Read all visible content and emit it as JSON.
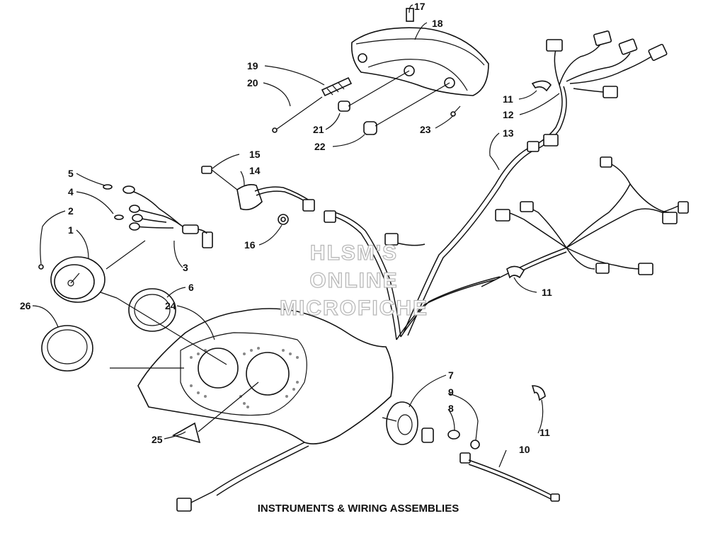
{
  "diagram": {
    "caption": "INSTRUMENTS & WIRING ASSEMBLIES",
    "watermark": [
      "HLSM'S",
      "ONLINE",
      "MICROFICHE"
    ],
    "callouts": [
      "1",
      "2",
      "3",
      "4",
      "5",
      "6",
      "7",
      "8",
      "9",
      "10",
      "11",
      "11",
      "11",
      "12",
      "13",
      "14",
      "15",
      "16",
      "17",
      "18",
      "19",
      "20",
      "21",
      "22",
      "23",
      "24",
      "25",
      "26"
    ]
  }
}
